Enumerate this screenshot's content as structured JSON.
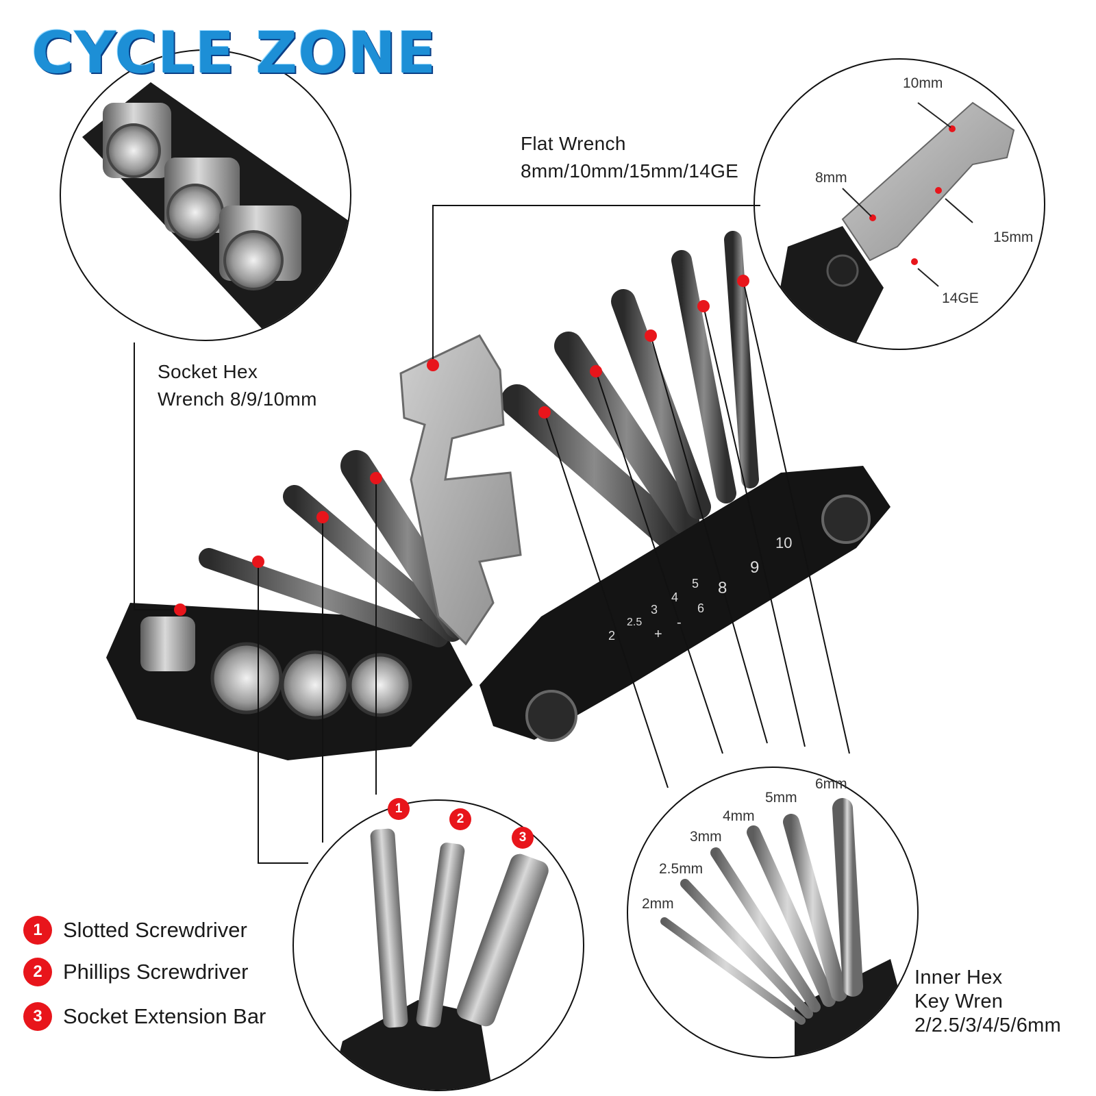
{
  "brand": {
    "logo_text": "CYCLE ZONE",
    "accent": "#1d8fd6",
    "marker_color": "#e8151b"
  },
  "flat_wrench": {
    "title": "Flat Wrench",
    "sizes": "8mm/10mm/15mm/14GE"
  },
  "flat_wrench_zoom": {
    "labels": [
      "10mm",
      "8mm",
      "15mm",
      "14GE"
    ]
  },
  "socket_hex": {
    "line1": "Socket Hex",
    "line2": "Wrench 8/9/10mm"
  },
  "screwdriver_zoom": {
    "numbers": [
      "1",
      "2",
      "3"
    ]
  },
  "legend": [
    {
      "num": "1",
      "label": "Slotted Screwdriver"
    },
    {
      "num": "2",
      "label": "Phillips Screwdriver"
    },
    {
      "num": "3",
      "label": "Socket Extension Bar"
    }
  ],
  "hex_key_zoom": {
    "labels": [
      "2mm",
      "2.5mm",
      "3mm",
      "4mm",
      "5mm",
      "6mm"
    ]
  },
  "inner_hex": {
    "line1": "Inner Hex",
    "line2": "Key Wren",
    "line3": "2/2.5/3/4/5/6mm"
  },
  "handle_marks": [
    "2",
    "2.5",
    "3",
    "4",
    "5",
    "+",
    "-",
    "6",
    "8",
    "9",
    "10"
  ]
}
